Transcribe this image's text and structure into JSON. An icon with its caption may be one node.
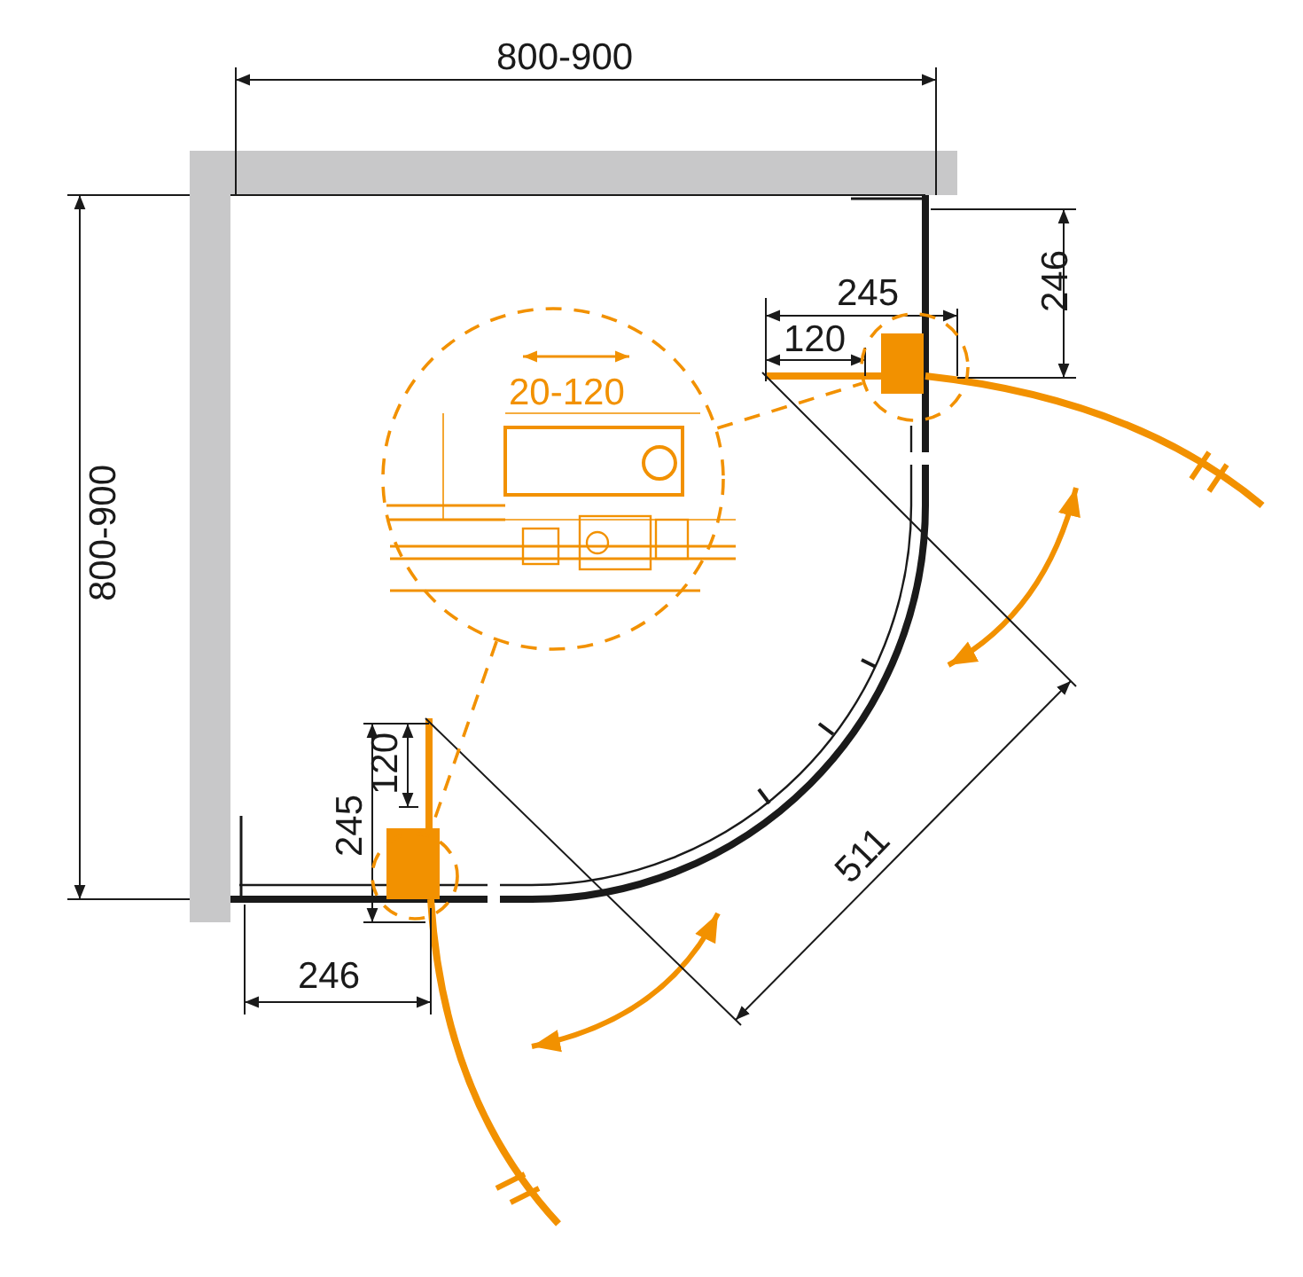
{
  "diagram": {
    "nodes": [
      {
        "text": [
          "20-120"
        ]
      },
      {
        "text": [],
        "shape": "circle"
      },
      {
        "text": [],
        "shape": "circle"
      }
    ],
    "edges": [
      {
        "from": 0,
        "to": 1,
        "arrow": "none",
        "style": "dashed",
        "color": "#f29100"
      },
      {
        "from": 0,
        "to": 2,
        "arrow": "none",
        "style": "dashed",
        "color": "#f29100"
      }
    ],
    "labels": [
      "800-900",
      "245",
      "246",
      "120",
      "800-900",
      "120",
      "245",
      "511",
      "246"
    ]
  }
}
